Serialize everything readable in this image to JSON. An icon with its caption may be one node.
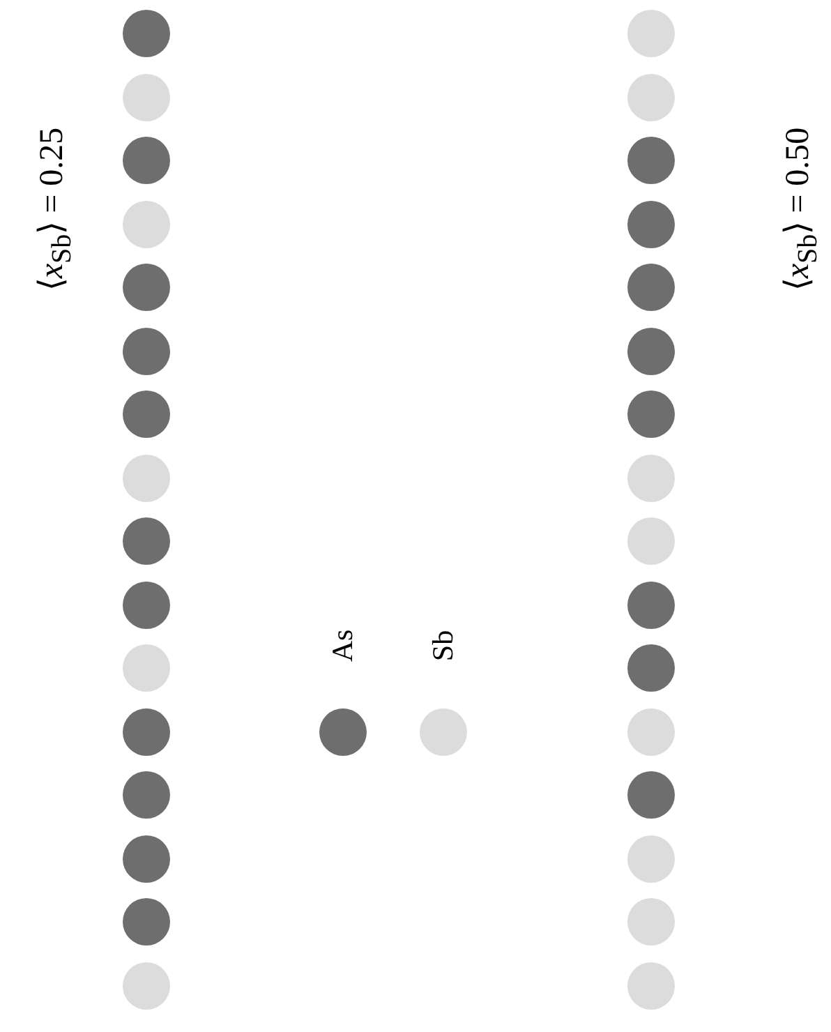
{
  "diagram": {
    "nodes": [
      {
        "text": [],
        "shape": "circle"
      },
      {
        "text": [],
        "shape": "circle"
      },
      {
        "text": [],
        "shape": "circle"
      },
      {
        "text": [],
        "shape": "circle"
      },
      {
        "text": [],
        "shape": "circle"
      },
      {
        "text": [],
        "shape": "circle"
      },
      {
        "text": [],
        "shape": "circle"
      },
      {
        "text": [],
        "shape": "circle"
      },
      {
        "text": [],
        "shape": "circle"
      },
      {
        "text": [],
        "shape": "circle"
      },
      {
        "text": [],
        "shape": "circle"
      },
      {
        "text": [],
        "shape": "circle"
      },
      {
        "text": [],
        "shape": "circle"
      },
      {
        "text": [],
        "shape": "circle"
      },
      {
        "text": [],
        "shape": "circle"
      },
      {
        "text": [],
        "shape": "circle"
      },
      {
        "text": [],
        "shape": "circle"
      },
      {
        "text": [],
        "shape": "circle"
      },
      {
        "text": [],
        "shape": "circle"
      },
      {
        "text": [],
        "shape": "circle"
      },
      {
        "text": [],
        "shape": "circle"
      },
      {
        "text": [],
        "shape": "circle"
      },
      {
        "text": [],
        "shape": "circle"
      },
      {
        "text": [],
        "shape": "circle"
      },
      {
        "text": [],
        "shape": "circle"
      },
      {
        "text": [],
        "shape": "circle"
      },
      {
        "text": [],
        "shape": "circle"
      },
      {
        "text": [],
        "shape": "circle"
      },
      {
        "text": [],
        "shape": "circle"
      },
      {
        "text": [],
        "shape": "circle"
      },
      {
        "text": [],
        "shape": "circle"
      },
      {
        "text": [],
        "shape": "circle"
      }
    ],
    "labels": [
      "⟨*x*$_{Sb}$⟩ = 0.25",
      "⟨*x*$_{Sb}$⟩ = 0.50"
    ],
    "legend": [
      {
        "text": "As",
        "color": "#6e6e6e"
      },
      {
        "text": "Sb",
        "color": "#dcdcdc"
      }
    ]
  }
}
